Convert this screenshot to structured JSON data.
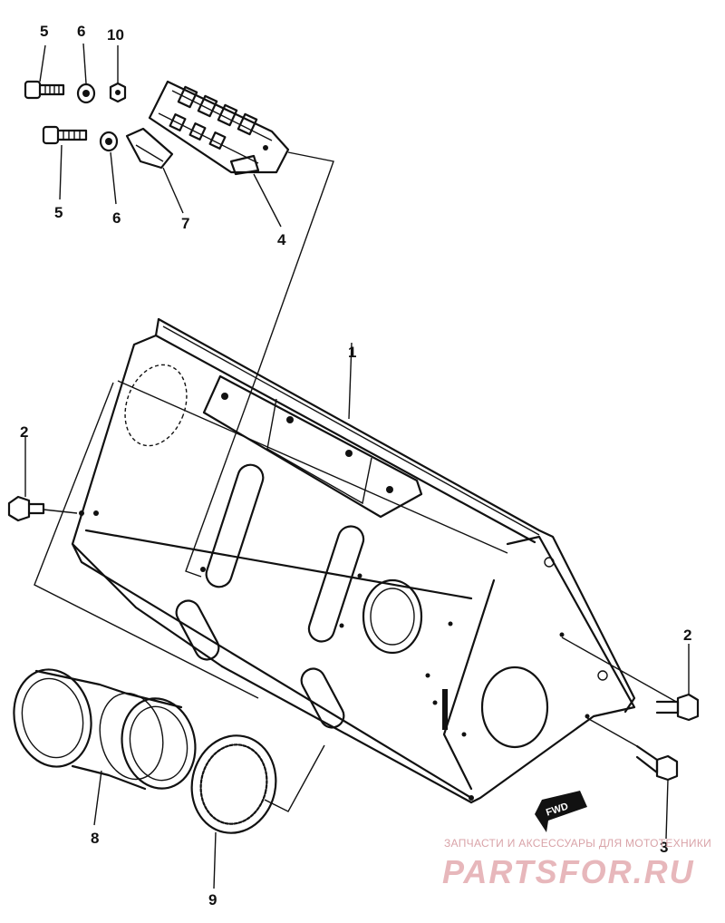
{
  "callouts": [
    {
      "id": "c5a",
      "label": "5"
    },
    {
      "id": "c6a",
      "label": "6"
    },
    {
      "id": "c10",
      "label": "10"
    },
    {
      "id": "c5b",
      "label": "5"
    },
    {
      "id": "c6b",
      "label": "6"
    },
    {
      "id": "c7",
      "label": "7"
    },
    {
      "id": "c4",
      "label": "4"
    },
    {
      "id": "c1",
      "label": "1"
    },
    {
      "id": "c2a",
      "label": "2"
    },
    {
      "id": "c2b",
      "label": "2"
    },
    {
      "id": "c3",
      "label": "3"
    },
    {
      "id": "c8",
      "label": "8"
    },
    {
      "id": "c9",
      "label": "9"
    }
  ],
  "fwd_arrow": {
    "label": "FWD"
  },
  "watermark": {
    "tagline": "ЗАПЧАСТИ И АКСЕССУАРЫ ДЛЯ МОТОТЕХНИКИ",
    "brand": "PARTSFOR.RU"
  }
}
